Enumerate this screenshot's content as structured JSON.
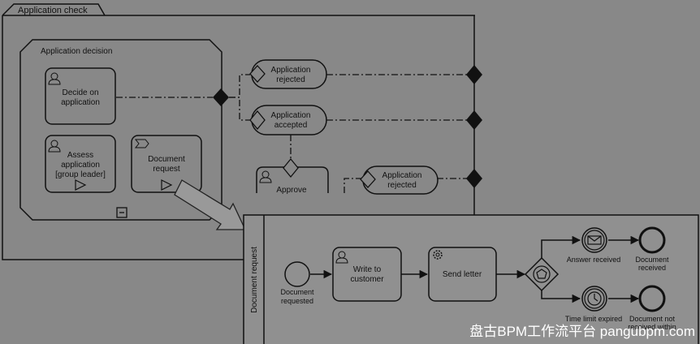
{
  "outer_pool": {
    "tab_label": "Application check",
    "subprocess": {
      "label": "Application decision",
      "tasks": {
        "decide": [
          "Decide on",
          "application"
        ],
        "assess": [
          "Assess",
          "application",
          "[group leader]"
        ],
        "document": [
          "Document",
          "request"
        ]
      }
    },
    "events": {
      "rejected_1": [
        "Application",
        "rejected"
      ],
      "accepted": [
        "Application",
        "accepted"
      ],
      "rejected_2": [
        "Application",
        "rejected"
      ]
    },
    "approve_task": "Approve"
  },
  "detail_pool": {
    "lane_label": "Document request",
    "start_event": [
      "Document",
      "requested"
    ],
    "write_task": [
      "Write to",
      "customer"
    ],
    "send_task": "Send letter",
    "answer_event": "Answer received",
    "timer_event": "Time limit expired",
    "end_received": [
      "Document",
      "received"
    ],
    "end_not_received": [
      "Document not",
      "received within"
    ]
  },
  "watermark": "盘古BPM工作流平台 pangubpm.com",
  "colors": {
    "background": "#888888",
    "detail_fill": "#909090",
    "stroke": "#111111"
  }
}
